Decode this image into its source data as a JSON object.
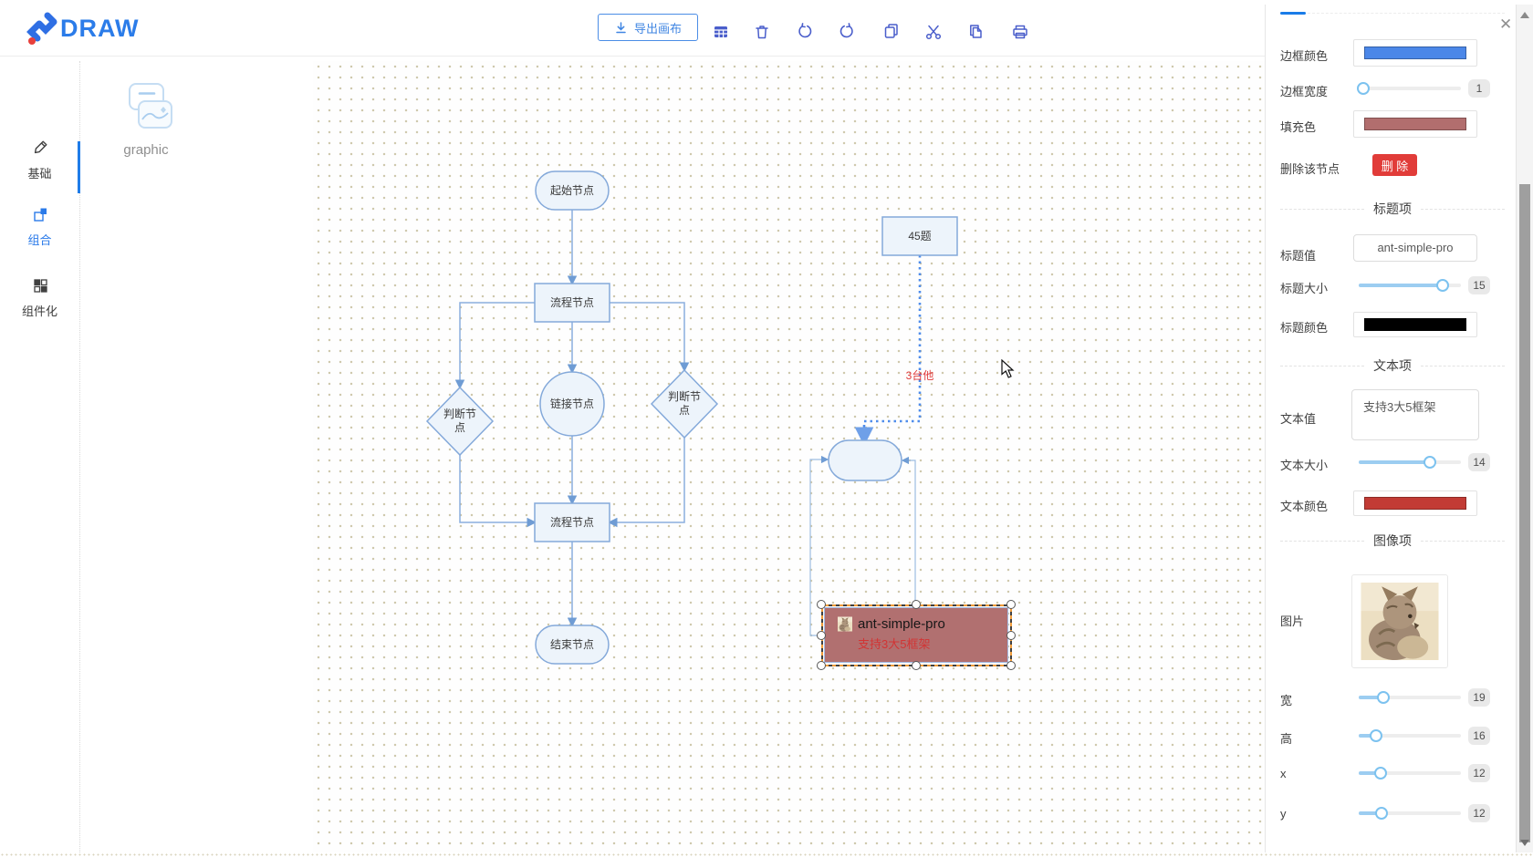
{
  "header": {
    "logo_text": "DRAW",
    "export_label": "导出画布"
  },
  "sidebar": {
    "items": [
      {
        "label": "基础"
      },
      {
        "label": "组合"
      },
      {
        "label": "组件化"
      }
    ]
  },
  "library": {
    "graphic_label": "graphic"
  },
  "canvas": {
    "nodes": {
      "start": "起始节点",
      "process1": "流程节点",
      "decision_left": "判断节点",
      "link": "链接节点",
      "decision_right": "判断节点",
      "process2": "流程节点",
      "end": "结束节点",
      "task": "45题"
    },
    "edge_label": "3台他",
    "selected_node": {
      "title": "ant-simple-pro",
      "subtitle": "支持3大5框架"
    }
  },
  "panel": {
    "close_glyph": "✕",
    "border_color": {
      "label": "边框颜色",
      "color": "#4b87e8"
    },
    "border_width": {
      "label": "边框宽度",
      "value": "1"
    },
    "fill_color": {
      "label": "填充色",
      "color": "#b26e6e"
    },
    "delete": {
      "label": "删除该节点",
      "button": "删 除"
    },
    "section_title": "标题项",
    "title_value": {
      "label": "标题值",
      "value": "ant-simple-pro"
    },
    "title_size": {
      "label": "标题大小",
      "value": "15"
    },
    "title_color": {
      "label": "标题颜色",
      "color": "#000000"
    },
    "section_text": "文本项",
    "text_value": {
      "label": "文本值",
      "value": "支持3大5框架"
    },
    "text_size": {
      "label": "文本大小",
      "value": "14"
    },
    "text_color": {
      "label": "文本颜色",
      "color": "#c23b35"
    },
    "section_image": "图像项",
    "image": {
      "label": "图片"
    },
    "width": {
      "label": "宽",
      "value": "19"
    },
    "height": {
      "label": "高",
      "value": "16"
    },
    "x": {
      "label": "x",
      "value": "12"
    },
    "y": {
      "label": "y",
      "value": "12"
    }
  }
}
